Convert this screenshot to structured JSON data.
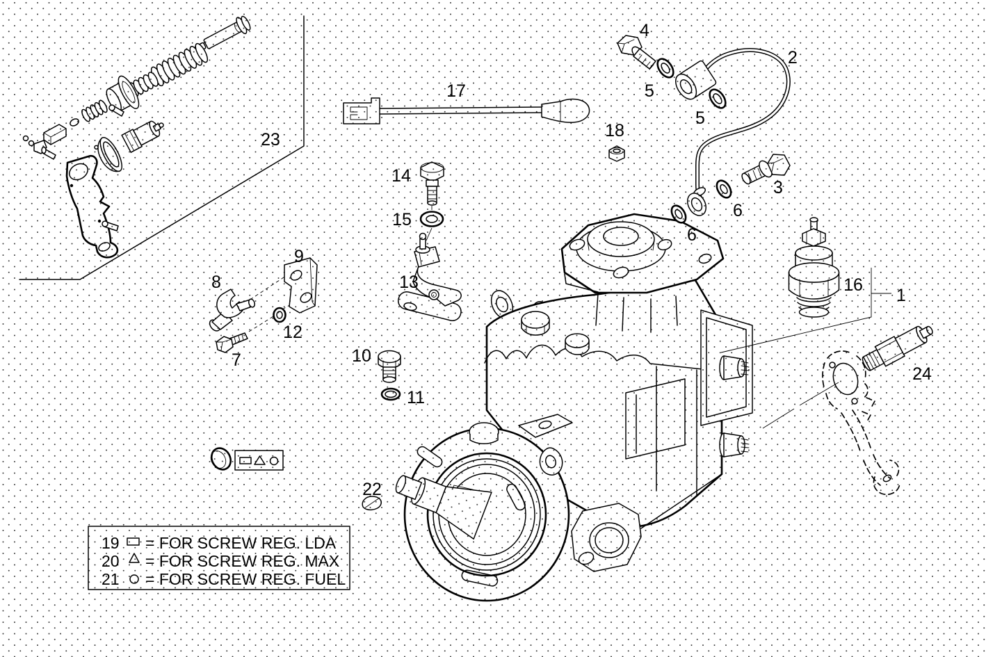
{
  "diagram": {
    "kind": "exploded-parts-line-drawing",
    "colors": {
      "background": "#ffffff",
      "line": "#000000",
      "dot_grid": "#3a3a3a"
    }
  },
  "callouts": {
    "c1": "1",
    "c2": "2",
    "c3": "3",
    "c4": "4",
    "c5a": "5",
    "c5b": "5",
    "c6a": "6",
    "c6b": "6",
    "c7": "7",
    "c8": "8",
    "c9": "9",
    "c10": "10",
    "c11": "11",
    "c12": "12",
    "c13": "13",
    "c14": "14",
    "c15": "15",
    "c16": "16",
    "c17": "17",
    "c18": "18",
    "c22": "22",
    "c23": "23",
    "c24": "24"
  },
  "symbols_box": {
    "icons": [
      "square-icon",
      "triangle-icon",
      "circle-icon"
    ]
  },
  "legend": {
    "rows": [
      {
        "num": "19",
        "symbol": "square-icon",
        "text": "=  FOR SCREW REG. LDA"
      },
      {
        "num": "20",
        "symbol": "triangle-icon",
        "text": "=  FOR SCREW REG. MAX"
      },
      {
        "num": "21",
        "symbol": "circle-icon",
        "text": "=  FOR SCREW REG. FUEL"
      }
    ]
  }
}
